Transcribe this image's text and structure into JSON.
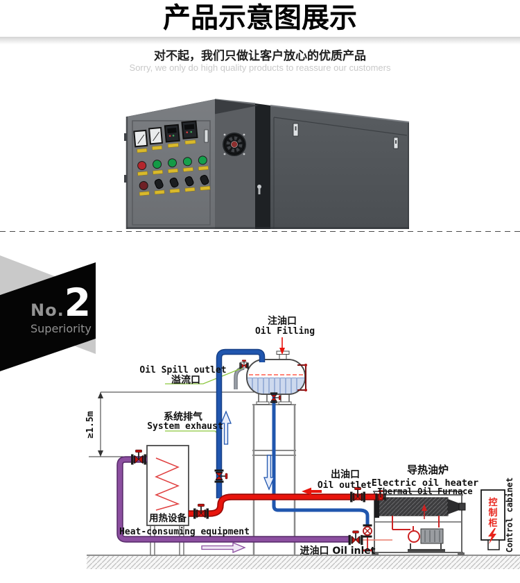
{
  "header": {
    "title": "产品示意图展示",
    "subtitle": "对不起，我们只做让客户放心的优质产品",
    "subtitle_en": "Sorry, we only do high quality products to reassure our customers"
  },
  "badge": {
    "prefix": "No.",
    "number": "2",
    "caption": "Superiority"
  },
  "diagram": {
    "labels": {
      "oil_filling_cn": "注油口",
      "oil_filling_en": "Oil Filling",
      "oil_spill_en": "Oil Spill outlet",
      "oil_spill_cn": "溢流口",
      "system_exhaust_cn": "系统排气",
      "system_exhaust_en": "System exhaust",
      "min_height": "≥1.5m",
      "heat_equipment_cn": "用热设备",
      "heat_equipment_en": "Heat-consuming equipment",
      "oil_outlet_cn": "出油口",
      "oil_outlet_en": "Oil outlet",
      "heater_cn": "导热油炉",
      "heater_en": "Electric oil heater",
      "heater_en2": "Thermal Oil Furnace",
      "oil_inlet": "进油口 Oil inlet",
      "control_cabinet_chars": [
        "控",
        "制",
        "柜"
      ],
      "control_cabinet_en": "Control cabinet"
    },
    "colors": {
      "supply_pipe": "#e8140c",
      "return_pipe": "#8c4fa0",
      "expansion_pipe": "#2056ae",
      "leader_line": "#8cc63e",
      "alert_text": "#e8241c"
    }
  }
}
